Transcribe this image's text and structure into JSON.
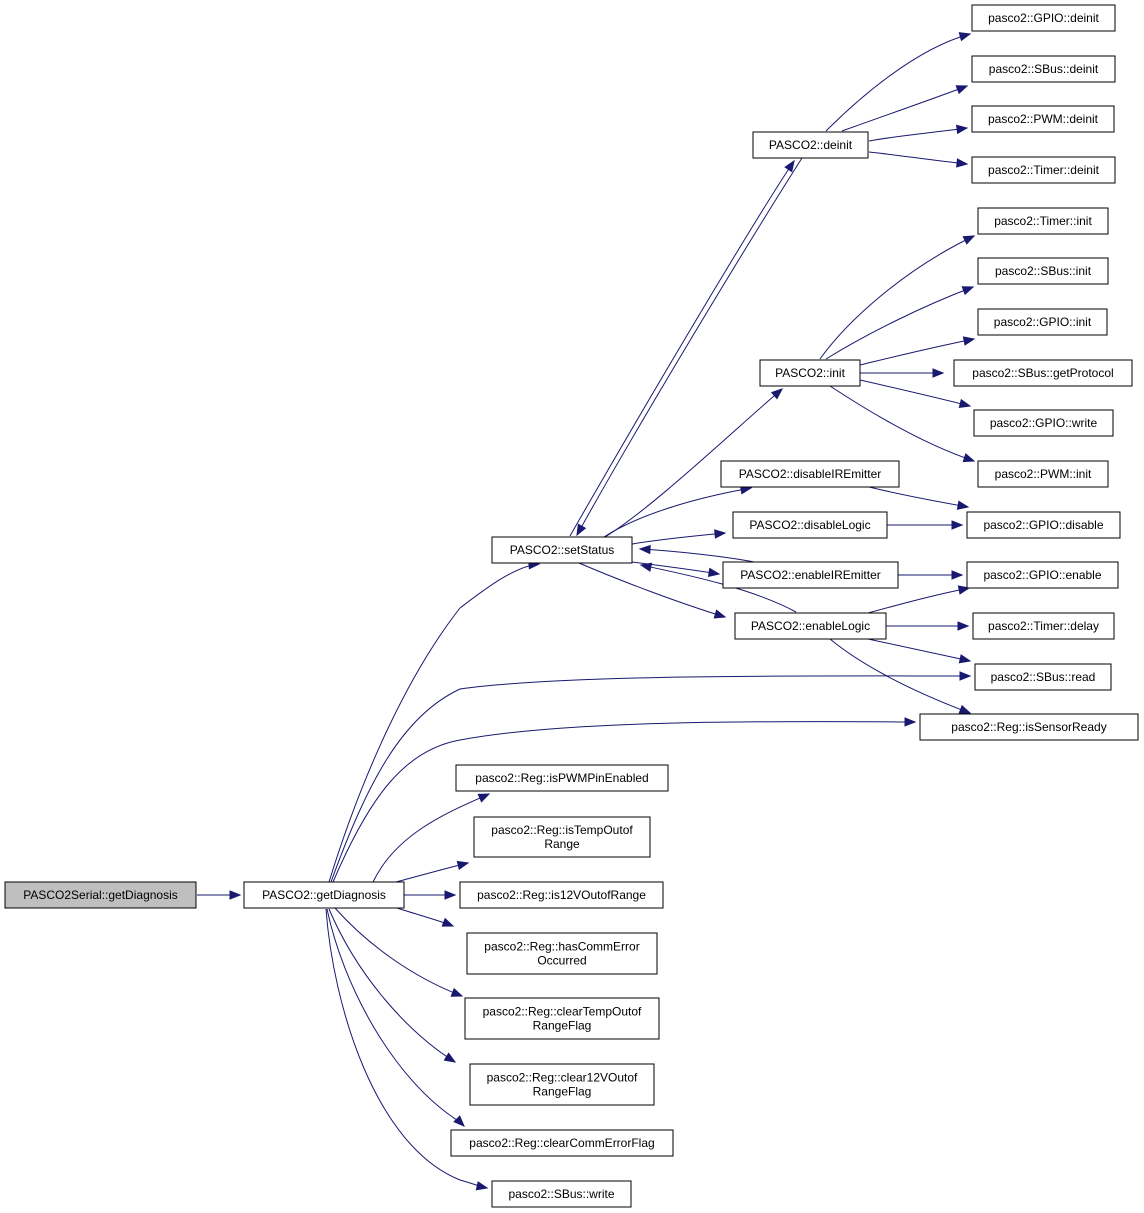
{
  "graph": {
    "root": "PASCO2Serial::getDiagnosis",
    "nodes": [
      {
        "id": "n1",
        "label": [
          "PASCO2Serial::getDiagnosis"
        ]
      },
      {
        "id": "n2",
        "label": [
          "PASCO2::getDiagnosis"
        ]
      },
      {
        "id": "n3",
        "label": [
          "PASCO2::setStatus"
        ]
      },
      {
        "id": "n4",
        "label": [
          "pasco2::Reg::isSensorReady"
        ]
      },
      {
        "id": "n5",
        "label": [
          "pasco2::SBus::read"
        ]
      },
      {
        "id": "n6",
        "label": [
          "pasco2::Reg::isPWMPinEnabled"
        ]
      },
      {
        "id": "n7",
        "label": [
          "pasco2::Reg::isTempOutof",
          "Range"
        ]
      },
      {
        "id": "n8",
        "label": [
          "pasco2::Reg::is12VOutofRange"
        ]
      },
      {
        "id": "n9",
        "label": [
          "pasco2::Reg::hasCommError",
          "Occurred"
        ]
      },
      {
        "id": "n10",
        "label": [
          "pasco2::Reg::clearTempOutof",
          "RangeFlag"
        ]
      },
      {
        "id": "n11",
        "label": [
          "pasco2::Reg::clear12VOutof",
          "RangeFlag"
        ]
      },
      {
        "id": "n12",
        "label": [
          "pasco2::Reg::clearCommErrorFlag"
        ]
      },
      {
        "id": "n13",
        "label": [
          "pasco2::SBus::write"
        ]
      },
      {
        "id": "n14",
        "label": [
          "PASCO2::deinit"
        ]
      },
      {
        "id": "n15",
        "label": [
          "PASCO2::init"
        ]
      },
      {
        "id": "n16",
        "label": [
          "PASCO2::disableIREmitter"
        ]
      },
      {
        "id": "n17",
        "label": [
          "PASCO2::disableLogic"
        ]
      },
      {
        "id": "n18",
        "label": [
          "PASCO2::enableIREmitter"
        ]
      },
      {
        "id": "n19",
        "label": [
          "PASCO2::enableLogic"
        ]
      },
      {
        "id": "n20",
        "label": [
          "pasco2::GPIO::deinit"
        ]
      },
      {
        "id": "n21",
        "label": [
          "pasco2::SBus::deinit"
        ]
      },
      {
        "id": "n22",
        "label": [
          "pasco2::PWM::deinit"
        ]
      },
      {
        "id": "n23",
        "label": [
          "pasco2::Timer::deinit"
        ]
      },
      {
        "id": "n24",
        "label": [
          "pasco2::Timer::init"
        ]
      },
      {
        "id": "n25",
        "label": [
          "pasco2::SBus::init"
        ]
      },
      {
        "id": "n26",
        "label": [
          "pasco2::GPIO::init"
        ]
      },
      {
        "id": "n27",
        "label": [
          "pasco2::SBus::getProtocol"
        ]
      },
      {
        "id": "n28",
        "label": [
          "pasco2::GPIO::write"
        ]
      },
      {
        "id": "n29",
        "label": [
          "pasco2::PWM::init"
        ]
      },
      {
        "id": "n30",
        "label": [
          "pasco2::GPIO::disable"
        ]
      },
      {
        "id": "n31",
        "label": [
          "pasco2::GPIO::enable"
        ]
      },
      {
        "id": "n32",
        "label": [
          "pasco2::Timer::delay"
        ]
      }
    ],
    "edges": [
      {
        "from": "n1",
        "to": "n2"
      },
      {
        "from": "n2",
        "to": "n3"
      },
      {
        "from": "n2",
        "to": "n5"
      },
      {
        "from": "n2",
        "to": "n4"
      },
      {
        "from": "n2",
        "to": "n6"
      },
      {
        "from": "n2",
        "to": "n7"
      },
      {
        "from": "n2",
        "to": "n8"
      },
      {
        "from": "n2",
        "to": "n9"
      },
      {
        "from": "n2",
        "to": "n10"
      },
      {
        "from": "n2",
        "to": "n11"
      },
      {
        "from": "n2",
        "to": "n12"
      },
      {
        "from": "n2",
        "to": "n13"
      },
      {
        "from": "n3",
        "to": "n14"
      },
      {
        "from": "n14",
        "to": "n3"
      },
      {
        "from": "n3",
        "to": "n15"
      },
      {
        "from": "n3",
        "to": "n16"
      },
      {
        "from": "n3",
        "to": "n17"
      },
      {
        "from": "n3",
        "to": "n18"
      },
      {
        "from": "n18",
        "to": "n3"
      },
      {
        "from": "n3",
        "to": "n19"
      },
      {
        "from": "n19",
        "to": "n3"
      },
      {
        "from": "n14",
        "to": "n20"
      },
      {
        "from": "n14",
        "to": "n21"
      },
      {
        "from": "n14",
        "to": "n22"
      },
      {
        "from": "n14",
        "to": "n23"
      },
      {
        "from": "n15",
        "to": "n24"
      },
      {
        "from": "n15",
        "to": "n25"
      },
      {
        "from": "n15",
        "to": "n26"
      },
      {
        "from": "n15",
        "to": "n27"
      },
      {
        "from": "n15",
        "to": "n28"
      },
      {
        "from": "n15",
        "to": "n29"
      },
      {
        "from": "n16",
        "to": "n30"
      },
      {
        "from": "n17",
        "to": "n30"
      },
      {
        "from": "n18",
        "to": "n31"
      },
      {
        "from": "n19",
        "to": "n31"
      },
      {
        "from": "n19",
        "to": "n32"
      },
      {
        "from": "n19",
        "to": "n5"
      },
      {
        "from": "n19",
        "to": "n4"
      }
    ],
    "colors": {
      "edge": "#191970",
      "node_border": "#000000",
      "node_fill": "#ffffff",
      "root_fill": "#bfbfbf",
      "background": "#ffffff"
    }
  }
}
